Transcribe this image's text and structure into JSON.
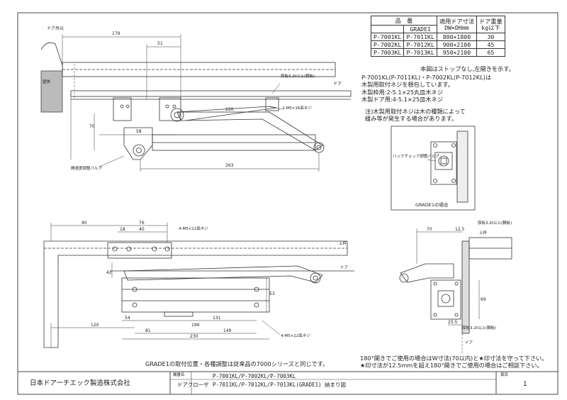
{
  "spec_table": {
    "header_model": "品　番",
    "header_grade": "GRADE1",
    "header_size_line1": "適用ドア寸法",
    "header_size_line2": "DW×DHmm",
    "header_weight_line1": "ドア重量",
    "header_weight_line2": "kg以下",
    "rows": [
      {
        "std": "P-7001KL",
        "grade": "P-7011KL",
        "size": "800×1800",
        "weight": "30"
      },
      {
        "std": "P-7002KL",
        "grade": "P-7012KL",
        "size": "900×2100",
        "weight": "45"
      },
      {
        "std": "P-7003KL",
        "grade": "P-7013KL",
        "size": "950×2100",
        "weight": "65"
      }
    ]
  },
  "notes": {
    "stop_note": "本図はストップなし,左開きを示す。",
    "screw_line1": "P-7001KL(P-7011KL)・P-7002KL(P-7012KL)は",
    "screw_line2": "木製用取付ネジを梱包しています。",
    "screw_line3": "木製枠用:2-5.1×25丸皿木ネジ",
    "screw_line4": "木製ドア用:4-5.1×25皿木ネジ",
    "caution_line1": "注)木製用取付ネジは木の種類によって",
    "caution_line2": "緩み等が発生する場合があります。"
  },
  "detail": {
    "label": "バックチェック調整バルブ",
    "caption": "GRADE1の場合"
  },
  "top_view": {
    "frame_label": "ドア吊元",
    "jamb_label": "壁体",
    "door_label": "ドア",
    "valve_label": "開速度調整バルブ",
    "screw_label": "2-M5×16皿ネジ",
    "plate_label": "厚板3.2t以上(鋼板)",
    "dims": [
      "179",
      "51",
      "220",
      "58",
      "70",
      "263"
    ]
  },
  "front_view": {
    "screw_top_label": "4-M5×12皿ネジ",
    "screw_bottom_label": "4-M5×12皿ネジ",
    "frame_label": "上枠",
    "door_label": "ドア",
    "dims_top": [
      "90",
      "76",
      "18",
      "40"
    ],
    "dims_side": [
      "42",
      "53"
    ],
    "dims_bottom": [
      "120",
      "54",
      "199",
      "131",
      "81",
      "149",
      "230"
    ]
  },
  "side_view": {
    "plate_top_label": "厚板3.2t以上(鋼板)",
    "frame_label": "上枠",
    "plate_bottom_label": "厚板3.2t以上(鋼板)",
    "door_label": "ドア",
    "dims": [
      "70",
      "12.5",
      "25.5",
      "69"
    ]
  },
  "bottom_notes": {
    "grade_note": "GRADE1の取付位置・各種調整は従来品の7000シリーズと同じです。",
    "open_note1": "180°開きでご使用の場合はW寸法(70以内)と★印寸法を守って下さい。",
    "open_note2": "★印寸法が12.5mmを超え180°開きでご使用の場合はご相談下さい。"
  },
  "footer": {
    "company": "日本ドアーチエック製造株式会社",
    "model_label": "機番名",
    "model_value": "P-7001KL/P-7002KL/P-7003KL",
    "product_label": "ドアクローザ",
    "product_value": "P-7011KL/P-7012KL/P-7013KL(GRADE1) 納まり図",
    "page_label": "頁目",
    "page_number": "1"
  },
  "colors": {
    "line": "#333333",
    "paper": "#ffffff",
    "hatch": "#666666"
  }
}
